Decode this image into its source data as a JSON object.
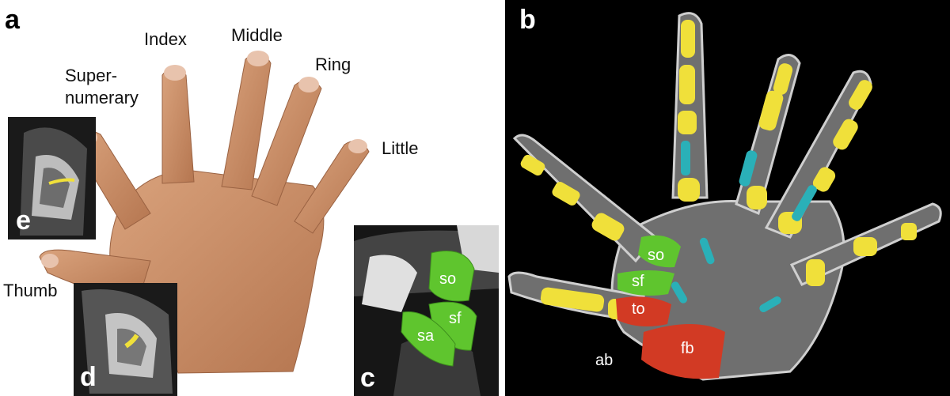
{
  "panels": {
    "a": {
      "letter": "a",
      "color": "#000000"
    },
    "b": {
      "letter": "b",
      "color": "#ffffff"
    },
    "c": {
      "letter": "c",
      "color": "#ffffff"
    },
    "d": {
      "letter": "d",
      "color": "#ffffff"
    },
    "e": {
      "letter": "e",
      "color": "#ffffff"
    }
  },
  "fingers": {
    "index": "Index",
    "middle": "Middle",
    "ring": "Ring",
    "little": "Little",
    "supernumerary_line1": "Super-",
    "supernumerary_line2": "numerary",
    "thumb": "Thumb"
  },
  "muscles_c": {
    "so": "so",
    "sf": "sf",
    "sa": "sa"
  },
  "muscles_b": {
    "so": "so",
    "sf": "sf",
    "to": "to",
    "fb": "fb",
    "ab": "ab"
  },
  "colors": {
    "bone": "#f0e03a",
    "tendon": "#2ab0b8",
    "muscle_green": "#5fc52e",
    "muscle_red": "#d23a24",
    "skin": "#c68e6a",
    "mri_bg": "#000000"
  }
}
